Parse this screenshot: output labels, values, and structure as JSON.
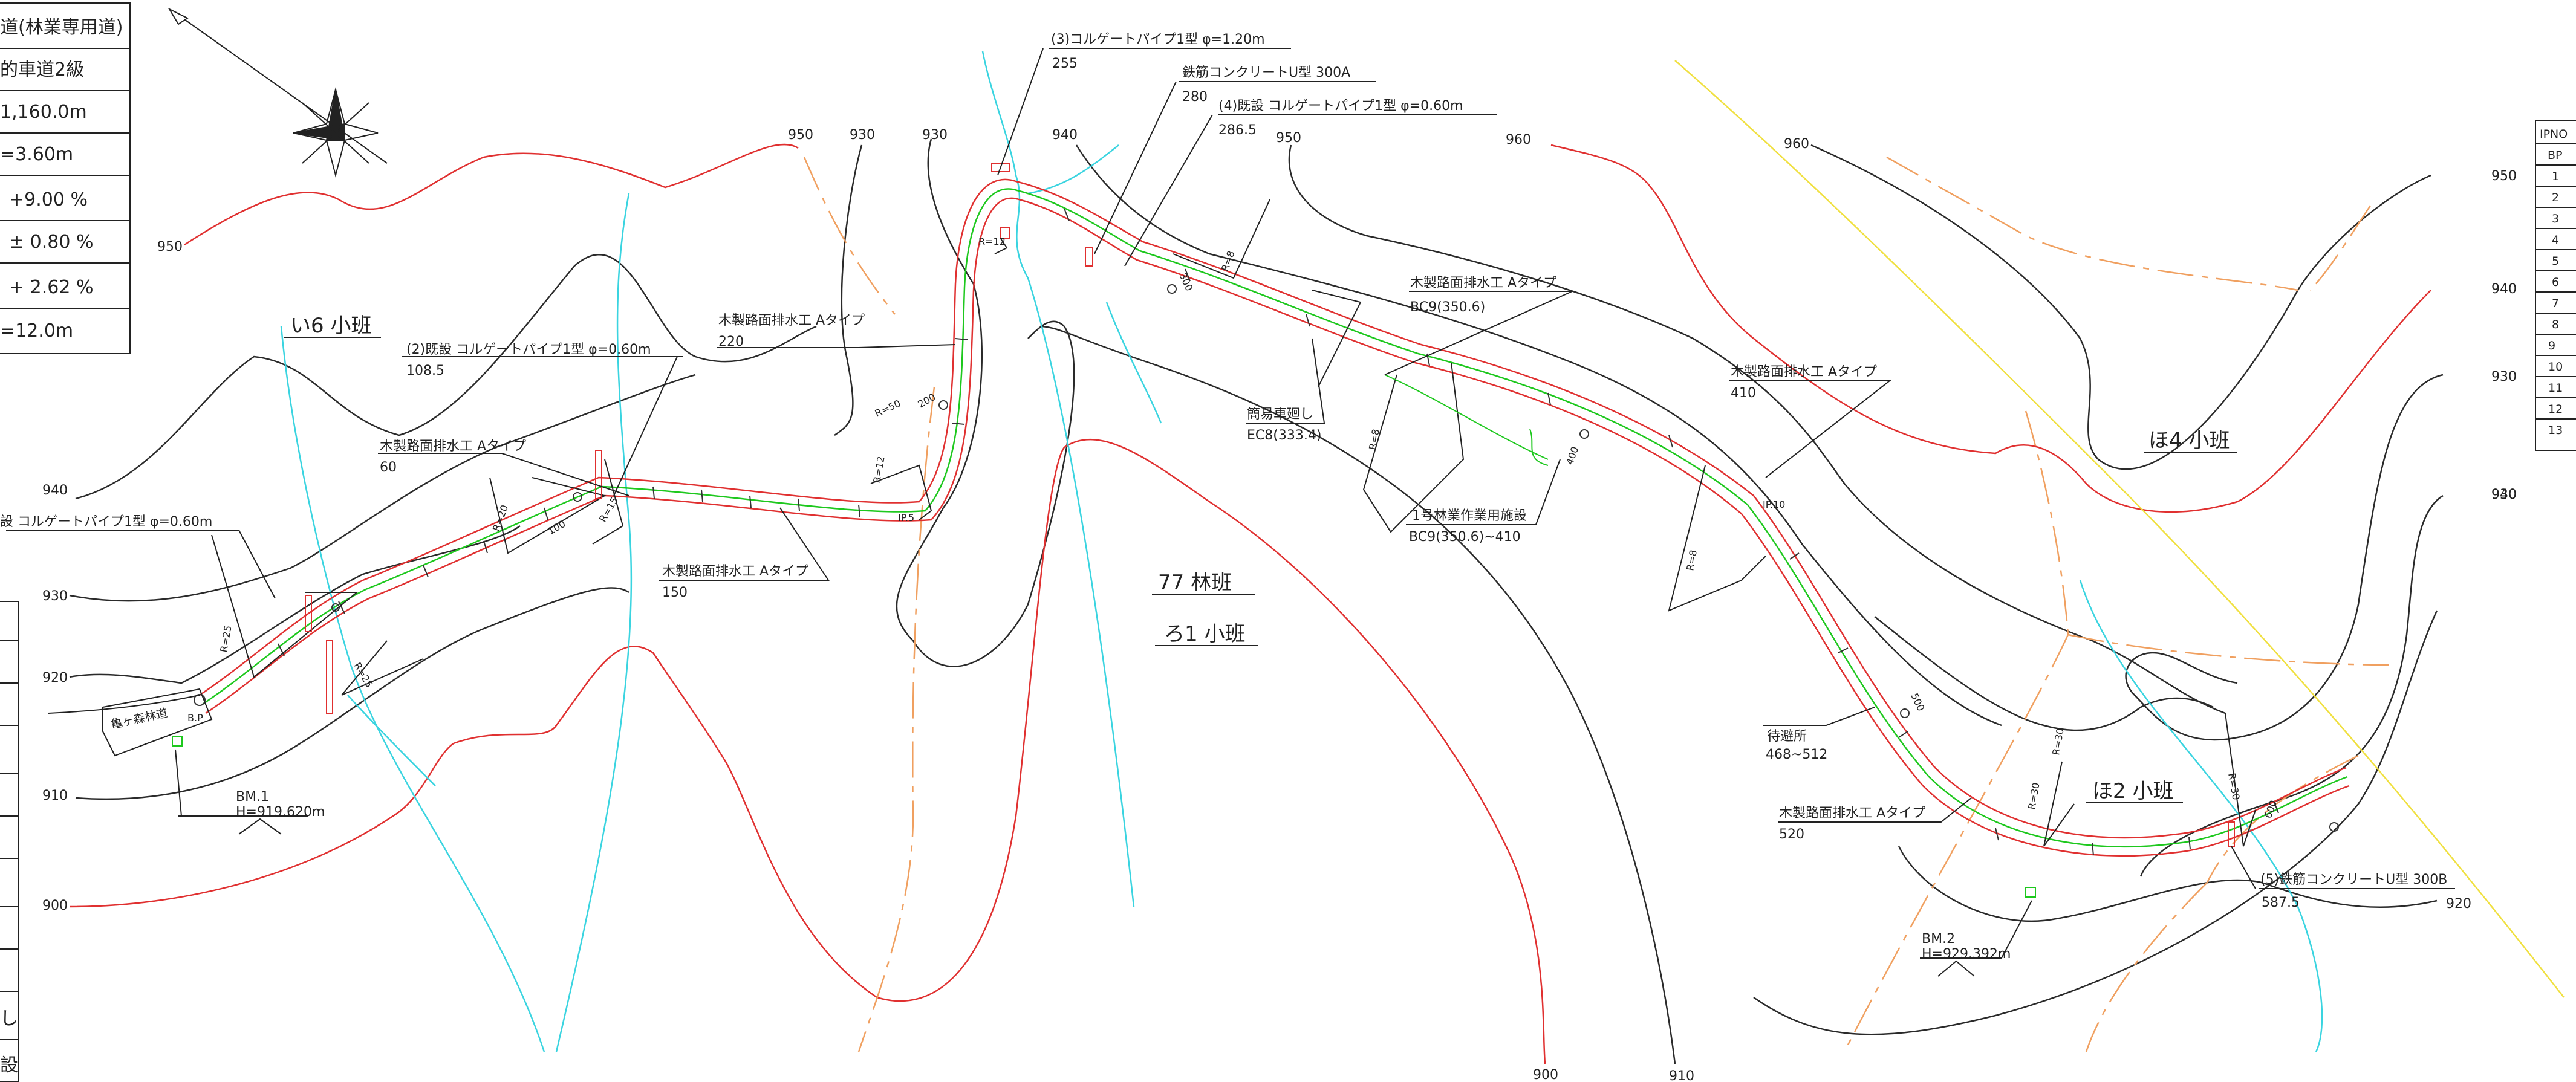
{
  "spec_table": {
    "rows": [
      "道(林業専用道)",
      "的車道2級",
      "1,160.0m",
      "=3.60m",
      "+9.00 %",
      "± 0.80 %",
      "+ 2.62 %",
      "=12.0m"
    ]
  },
  "ip_table": {
    "header": "IPNO",
    "rows": [
      "BP",
      "1",
      "2",
      "3",
      "4",
      "5",
      "6",
      "7",
      "8",
      "9",
      "10",
      "11",
      "12",
      "13"
    ]
  },
  "left_table_rows": [
    "し",
    "設"
  ],
  "area_labels": {
    "i6": "い6 小班",
    "rin77": "77 林班",
    "ro1": "ろ1 小班",
    "ho4": "ほ4 小班",
    "ho2": "ほ2 小班",
    "kamegamori": "亀ヶ森林道"
  },
  "contours": [
    "950",
    "940",
    "930",
    "930",
    "930",
    "950",
    "940",
    "950",
    "960",
    "960",
    "950",
    "940",
    "930",
    "940",
    "930",
    "920",
    "910",
    "900",
    "900",
    "910",
    "920"
  ],
  "callouts": {
    "pipe3": {
      "title": "(3)コルゲートパイプ1型 φ=1.20m",
      "value": "255"
    },
    "u300a": {
      "title": "鉄筋コンクリートU型 300A",
      "value": "280"
    },
    "pipe4": {
      "title": "(4)既設 コルゲートパイプ1型 φ=0.60m",
      "value": "286.5"
    },
    "drain220": {
      "title": "木製路面排水工 Aタイプ",
      "value": "220"
    },
    "pipe2": {
      "title": "(2)既設 コルゲートパイプ1型 φ=0.60m",
      "value": "108.5"
    },
    "drain60": {
      "title": "木製路面排水工 Aタイプ",
      "value": "60"
    },
    "pipe1": {
      "title": "設 コルゲートパイプ1型 φ=0.60m"
    },
    "drain150": {
      "title": "木製路面排水工 Aタイプ",
      "value": "150"
    },
    "turn": {
      "title": "簡易車廻し",
      "value": "EC8(333.4)"
    },
    "drainbc9": {
      "title": "木製路面排水工 Aタイプ",
      "value": "BC9(350.6)"
    },
    "facility": {
      "title": "1号林業作業用施設",
      "value": "BC9(350.6)~410"
    },
    "drain410": {
      "title": "木製路面排水工 Aタイプ",
      "value": "410"
    },
    "wait": {
      "title": "待避所",
      "value": "468~512"
    },
    "drain520": {
      "title": "木製路面排水工 Aタイプ",
      "value": "520"
    },
    "u300b": {
      "title": "(5)鉄筋コンクリートU型 300B",
      "value": "587.5"
    },
    "bm1": {
      "title": "BM.1",
      "value": "H=919.620m"
    },
    "bm2": {
      "title": "BM.2",
      "value": "H=929.392m"
    }
  },
  "road_marks": [
    "B.P",
    "IP.5",
    "IP.10",
    "R=12",
    "R=50",
    "R=12",
    "R=25",
    "R=25",
    "R=20",
    "R=15",
    "100",
    "200",
    "300",
    "400",
    "500",
    "600",
    "R=8",
    "R=8",
    "R=8",
    "R=30",
    "R=30",
    "R=30"
  ]
}
